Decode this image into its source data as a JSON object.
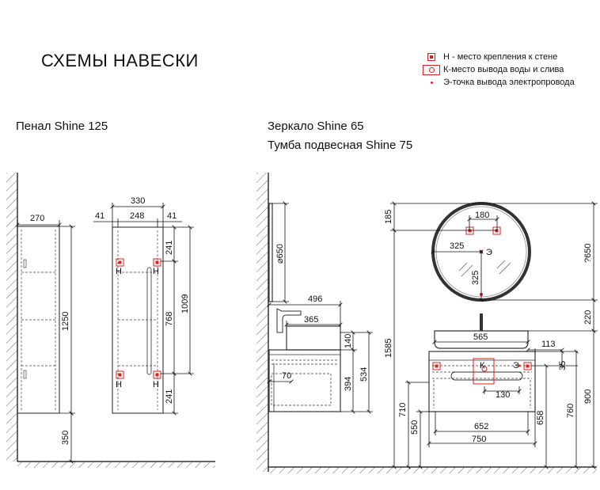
{
  "title": "СХЕМЫ НАВЕСКИ",
  "legend": [
    {
      "label": "Н - место крепления к стене"
    },
    {
      "label": "К-место вывода воды и слива"
    },
    {
      "label": "Э-точка вывода электропровода"
    }
  ],
  "sections": {
    "left": "Пенал Shine 125",
    "mirror": "Зеркало Shine 65",
    "cabinet": "Тумба подвесная Shine 75"
  },
  "marks": {
    "mount": "Н",
    "water": "К",
    "electric": "Э"
  },
  "dims": {
    "p_depth": "270",
    "p_height": "1250",
    "p_floor": "350",
    "p_width": "330",
    "p_inner": "248",
    "p_side_l": "41",
    "p_side_r": "41",
    "p_top": "241",
    "p_mid": "768",
    "p_bot": "241",
    "p_span": "1009",
    "m_diam": "⌀650",
    "m_top": "185",
    "m_holes": "180",
    "m_left": "325",
    "m_drop": "325",
    "m_right": "?650",
    "t_depth": "496",
    "t_sink": "365",
    "t_sink_h": "140",
    "t_body": "394",
    "t_total": "534",
    "t_70": "70",
    "c_220": "220",
    "c_565": "565",
    "c_113": "113",
    "c_35": "35",
    "c_130": "130",
    "c_652": "652",
    "c_750": "750",
    "c_1585": "1585",
    "c_710": "710",
    "c_550": "550",
    "c_658": "658",
    "c_760": "760",
    "c_900": "900"
  }
}
